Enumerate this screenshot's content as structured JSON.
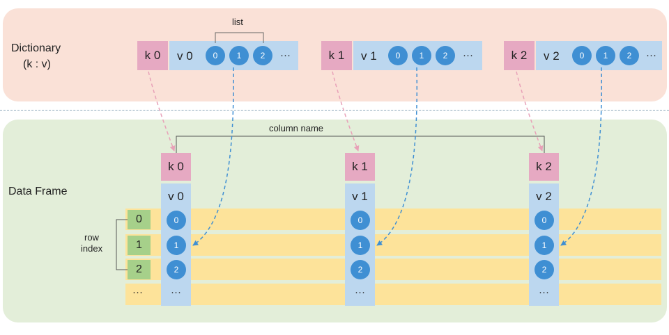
{
  "dictionary": {
    "title_line1": "Dictionary",
    "title_line2": "(k : v)",
    "list_label": "list",
    "entries": [
      {
        "key": "k 0",
        "value": "v 0",
        "items": [
          "0",
          "1",
          "2"
        ],
        "more": "···"
      },
      {
        "key": "k 1",
        "value": "v 1",
        "items": [
          "0",
          "1",
          "2"
        ],
        "more": "···"
      },
      {
        "key": "k 2",
        "value": "v 2",
        "items": [
          "0",
          "1",
          "2"
        ],
        "more": "···"
      }
    ]
  },
  "dataframe": {
    "title": "Data Frame",
    "column_name_label": "column name",
    "row_index_label_line1": "row",
    "row_index_label_line2": "index",
    "row_index": [
      "0",
      "1",
      "2",
      "···"
    ],
    "columns": [
      {
        "key": "k 0",
        "value": "v 0",
        "cells": [
          "0",
          "1",
          "2",
          "···"
        ]
      },
      {
        "key": "k 1",
        "value": "v 1",
        "cells": [
          "0",
          "1",
          "2",
          "···"
        ]
      },
      {
        "key": "k 2",
        "value": "v 2",
        "cells": [
          "0",
          "1",
          "2",
          "···"
        ]
      }
    ]
  },
  "colors": {
    "dict_panel": "#fae1d7",
    "df_panel": "#e3eed9",
    "key": "#e6a9c2",
    "value": "#bcd7ef",
    "circle": "#3f8fd3",
    "row_band": "#fde39a",
    "row_index": "#a6d08a",
    "key_arrow": "#e8a1b8",
    "value_arrow": "#3f8fd3"
  }
}
